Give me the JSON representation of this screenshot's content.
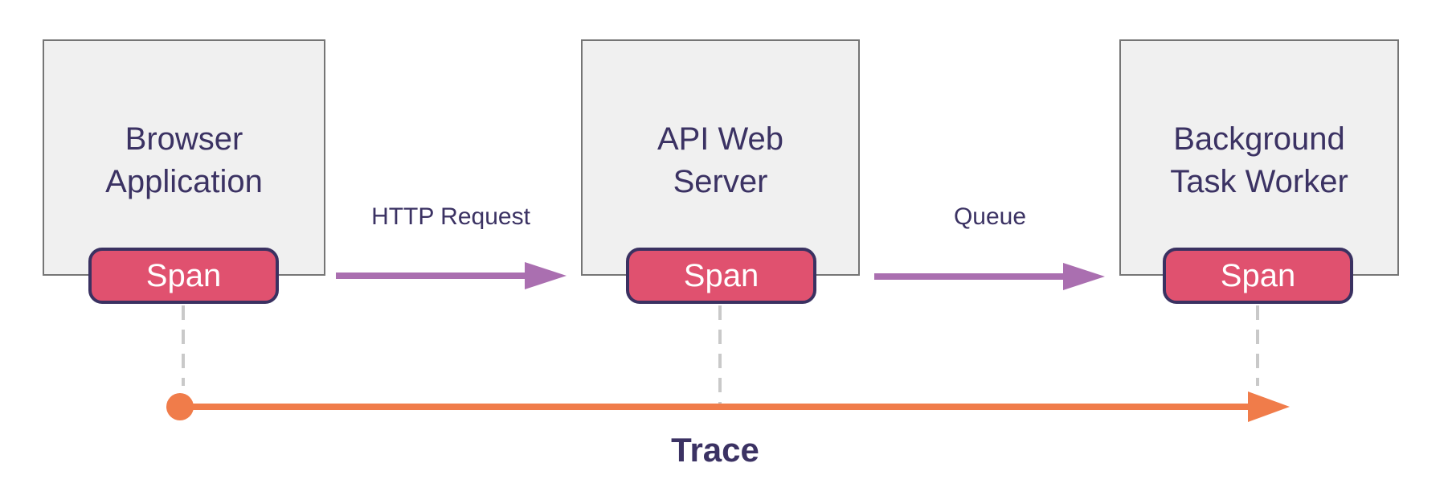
{
  "nodes": [
    {
      "title": "Browser\nApplication",
      "span_label": "Span"
    },
    {
      "title": "API Web\nServer",
      "span_label": "Span"
    },
    {
      "title": "Background\nTask Worker",
      "span_label": "Span"
    }
  ],
  "edges": [
    {
      "label": "HTTP Request"
    },
    {
      "label": "Queue"
    }
  ],
  "trace": {
    "label": "Trace"
  },
  "colors": {
    "background": "#ffffff",
    "box_fill": "#f0f0f0",
    "box_border": "#757575",
    "title_text": "#3b3263",
    "badge_fill": "#e0516f",
    "badge_border": "#3a3161",
    "badge_text": "#ffffff",
    "edge_arrow_purple": "#aa6fb0",
    "trace_orange": "#f07c4a",
    "dashed_connector_gray": "#c9c9c9"
  }
}
